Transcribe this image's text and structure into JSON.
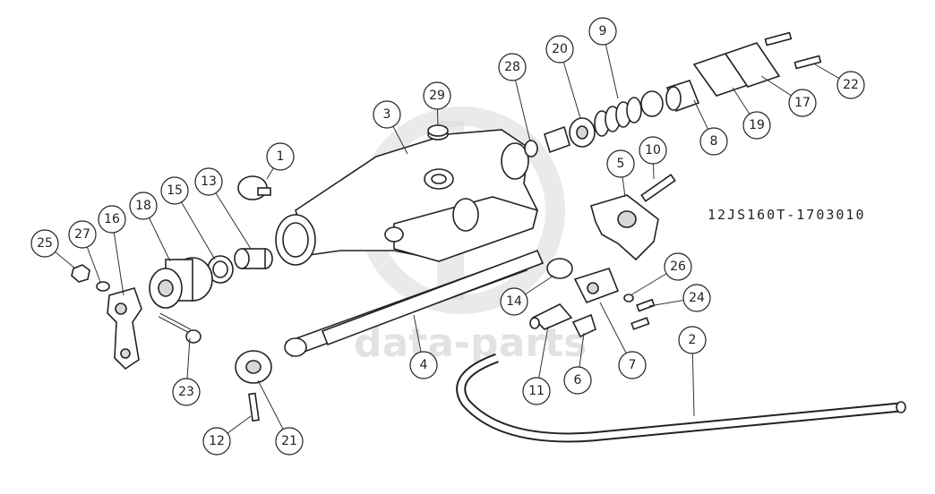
{
  "drawing_code": "12JS160T-1703010",
  "watermark": "data-parts",
  "callouts": [
    {
      "label": "1"
    },
    {
      "label": "2"
    },
    {
      "label": "3"
    },
    {
      "label": "4"
    },
    {
      "label": "5"
    },
    {
      "label": "6"
    },
    {
      "label": "7"
    },
    {
      "label": "8"
    },
    {
      "label": "9"
    },
    {
      "label": "10"
    },
    {
      "label": "11"
    },
    {
      "label": "12"
    },
    {
      "label": "13"
    },
    {
      "label": "14"
    },
    {
      "label": "15"
    },
    {
      "label": "16"
    },
    {
      "label": "17"
    },
    {
      "label": "18"
    },
    {
      "label": "19"
    },
    {
      "label": "20"
    },
    {
      "label": "21"
    },
    {
      "label": "22"
    },
    {
      "label": "23"
    },
    {
      "label": "24"
    },
    {
      "label": "25"
    },
    {
      "label": "26"
    },
    {
      "label": "27"
    },
    {
      "label": "28"
    },
    {
      "label": "29"
    }
  ]
}
